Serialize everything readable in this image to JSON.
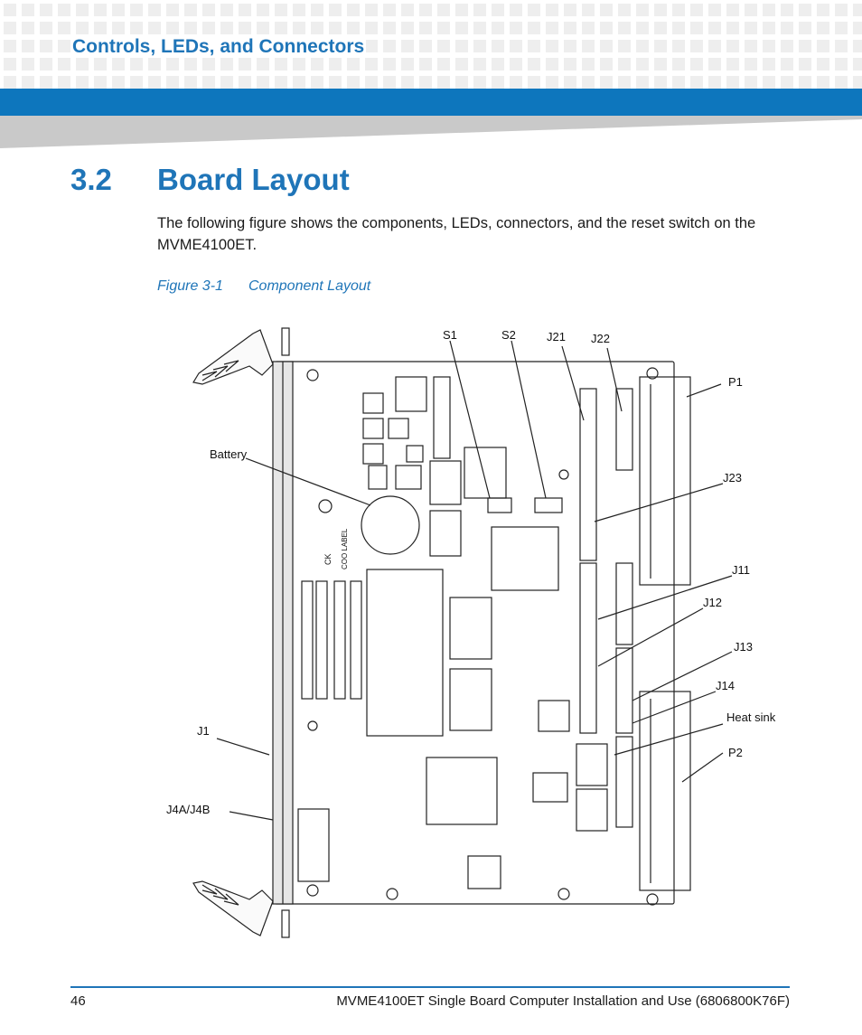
{
  "header": {
    "section": "Controls, LEDs, and Connectors"
  },
  "section": {
    "number": "3.2",
    "title": "Board Layout"
  },
  "body": {
    "intro": "The following figure shows the components, LEDs, connectors, and the reset switch on the MVME4100ET."
  },
  "figure": {
    "number": "Figure 3-1",
    "title": "Component Layout",
    "labels": {
      "s1": "S1",
      "s2": "S2",
      "j21": "J21",
      "j22": "J22",
      "p1": "P1",
      "battery": "Battery",
      "j23": "J23",
      "j11": "J11",
      "j12": "J12",
      "j13": "J13",
      "j14": "J14",
      "heat_sink": "Heat sink",
      "p2": "P2",
      "j1": "J1",
      "j4": "J4A/J4B",
      "coo_label": "COO LABEL",
      "ck": "CK"
    }
  },
  "footer": {
    "page": "46",
    "doc": "MVME4100ET Single Board Computer Installation and Use (6806800K76F)"
  },
  "colors": {
    "accent": "#1f75b8",
    "band": "#0d76bd"
  }
}
